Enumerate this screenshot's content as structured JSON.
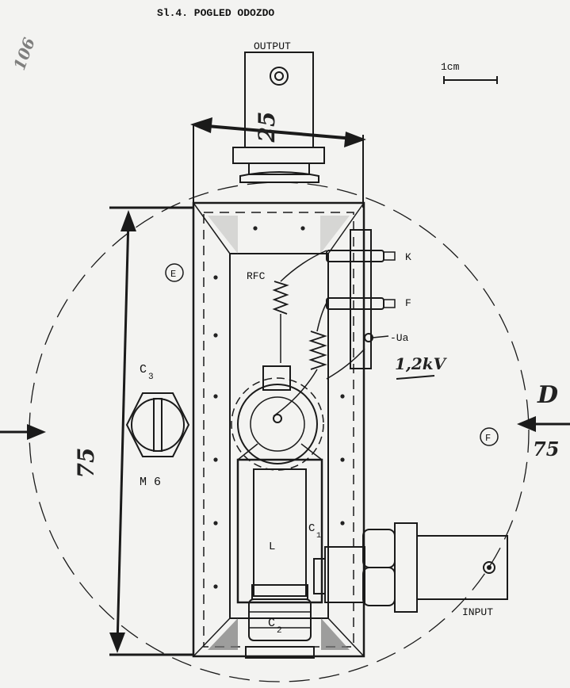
{
  "title": "Sl.4. POGLED ODOZDO",
  "margin_note": "106",
  "labels": {
    "output": "OUTPUT",
    "input": "INPUT",
    "scale": "1cm",
    "rfc": "RFC",
    "k": "K",
    "f": "F",
    "ua": "-Ua",
    "voltage": "1,2kV",
    "c3": "C",
    "c3_sub": "3",
    "m6": "M 6",
    "c1": "C",
    "c1_sub": "1",
    "c2": "C",
    "c2_sub": "2",
    "l": "L",
    "e_marker": "E",
    "f_marker": "F"
  },
  "dimensions": {
    "width_top": "25",
    "height_left": "75",
    "d_label": "D",
    "d_value": "75"
  },
  "colors": {
    "ink": "#1a1a1a",
    "paper": "#f3f3f1"
  }
}
